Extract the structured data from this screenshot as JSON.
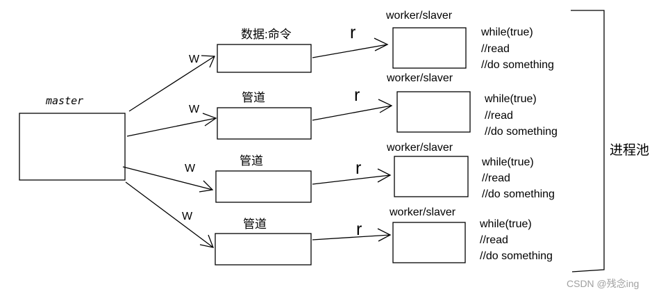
{
  "master": {
    "label": "master"
  },
  "pipes": [
    {
      "label": "数据:命令",
      "write": "W",
      "read": "r"
    },
    {
      "label": "管道",
      "write": "W",
      "read": "r"
    },
    {
      "label": "管道",
      "write": "W",
      "read": "r"
    },
    {
      "label": "管道",
      "write": "W",
      "read": "r"
    }
  ],
  "workers": [
    {
      "label": "worker/slaver",
      "code": [
        "while(true)",
        "//read",
        "//do something"
      ]
    },
    {
      "label": "worker/slaver",
      "code": [
        "while(true)",
        "//read",
        "//do something"
      ]
    },
    {
      "label": "worker/slaver",
      "code": [
        "while(true)",
        "//read",
        "//do something"
      ]
    },
    {
      "label": "worker/slaver",
      "code": [
        "while(true)",
        "//read",
        "//do something"
      ]
    }
  ],
  "pool_label": "进程池",
  "watermark": "CSDN @残念ing"
}
